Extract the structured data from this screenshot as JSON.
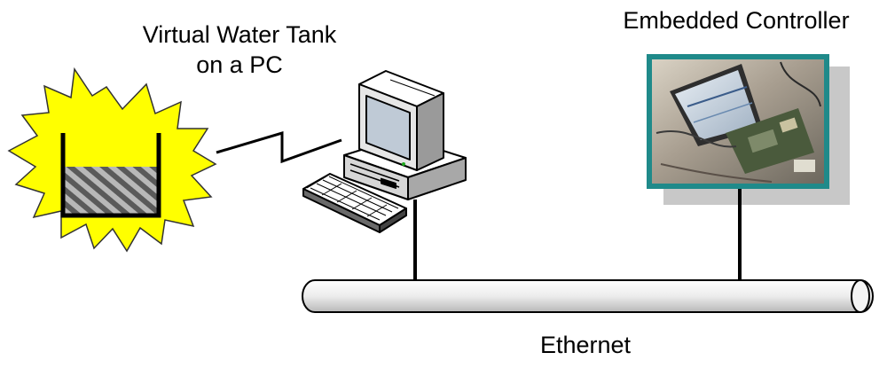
{
  "labels": {
    "tank_line1": "Virtual Water Tank",
    "tank_line2": "on a PC",
    "controller": "Embedded Controller",
    "network": "Ethernet"
  },
  "colors": {
    "burst_fill": "#ffff00",
    "water_hatch": "#707070",
    "controller_frame": "#1f8a8a",
    "shadow": "#c8c8c8",
    "bus_fill": "#f0f0f0"
  },
  "icons": {
    "tank": "water-tank-icon",
    "computer": "desktop-computer-icon",
    "keyboard": "keyboard-icon",
    "link": "lightning-link-icon",
    "controller": "embedded-board-photo"
  }
}
